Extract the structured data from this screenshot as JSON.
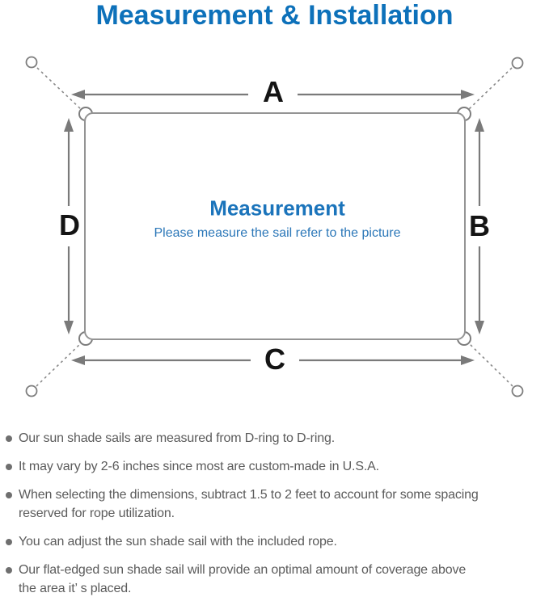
{
  "page": {
    "title": "Measurement & Installation"
  },
  "diagram": {
    "edge_labels": {
      "top": "A",
      "right": "B",
      "bottom": "C",
      "left": "D"
    },
    "center": {
      "heading": "Measurement",
      "subheading": "Please measure the sail refer to the picture"
    }
  },
  "notes": {
    "items": [
      {
        "text": "Our sun shade sails are measured from D-ring to D-ring."
      },
      {
        "text": "It may vary by 2-6 inches since most are custom-made in U.S.A."
      },
      {
        "text": "When selecting the dimensions, subtract 1.5 to 2 feet to account for some spacing\nreserved for rope utilization."
      },
      {
        "text": "You can adjust the sun shade sail with the included rope."
      },
      {
        "text": "Our flat-edged sun shade sail will provide an optimal amount of coverage above\nthe area it’ s placed."
      }
    ]
  },
  "colors": {
    "title_blue": "#0d71ba",
    "heading_blue": "#1b74bb",
    "subheading_blue": "#2b77b8",
    "line_gray": "#7a7a7a",
    "border_gray": "#949494",
    "note_text_gray": "#5b5b5b"
  }
}
